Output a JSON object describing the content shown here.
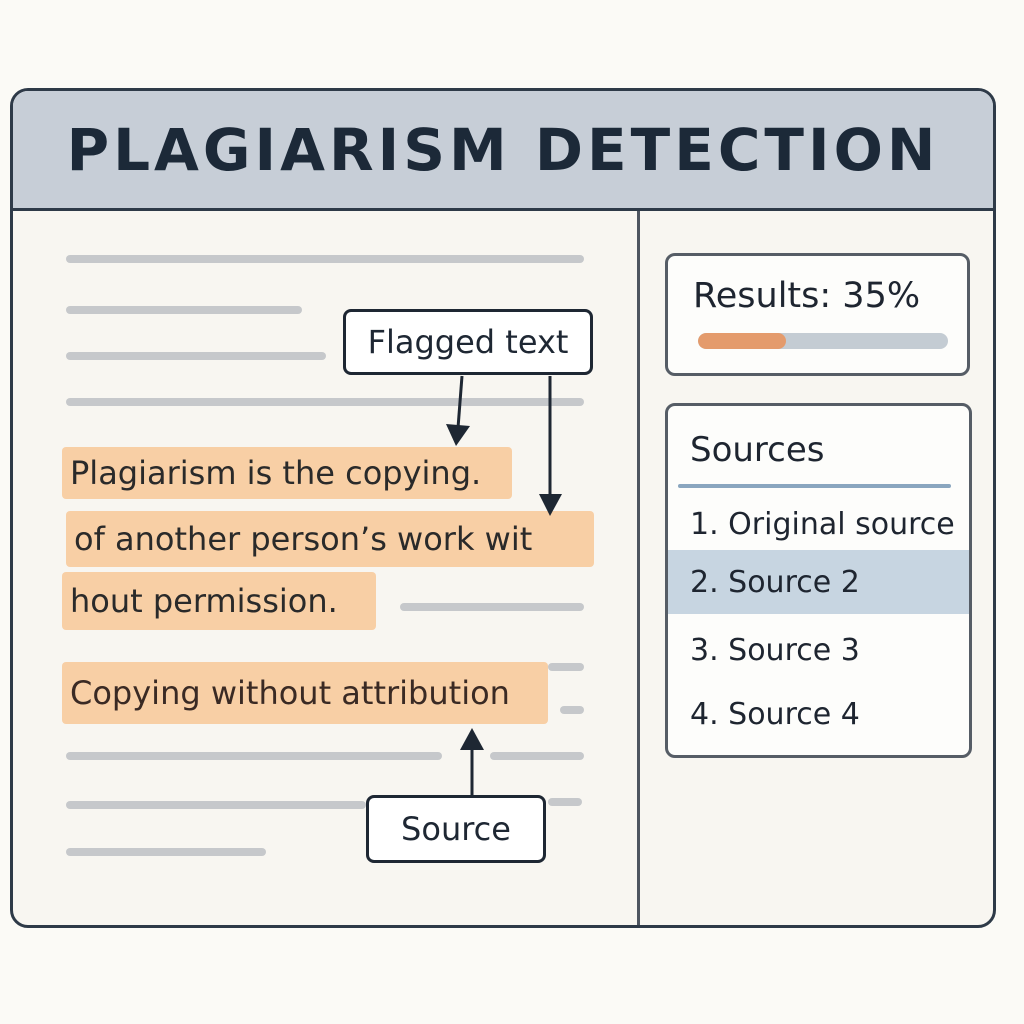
{
  "header": {
    "title": "PLAGIARISM DETECTION"
  },
  "document": {
    "highlights": [
      "Plagiarism is the copying.",
      "of another person’s work wit",
      "hout permission.",
      "Copying without attribution"
    ],
    "callouts": {
      "flagged": "Flagged text",
      "source": "Source"
    }
  },
  "results": {
    "label": "Results: 35%",
    "progress": 0.35,
    "fill_color": "#e49b6c"
  },
  "sources": {
    "title": "Sources",
    "selected_index": 1,
    "items": [
      "1. Original source",
      "2. Source 2",
      "3. Source 3",
      "4. Source 4"
    ]
  },
  "colors": {
    "highlight": "#f8cfa5",
    "selected_row": "#c7d5e1",
    "header_bg": "#c7ced7"
  }
}
